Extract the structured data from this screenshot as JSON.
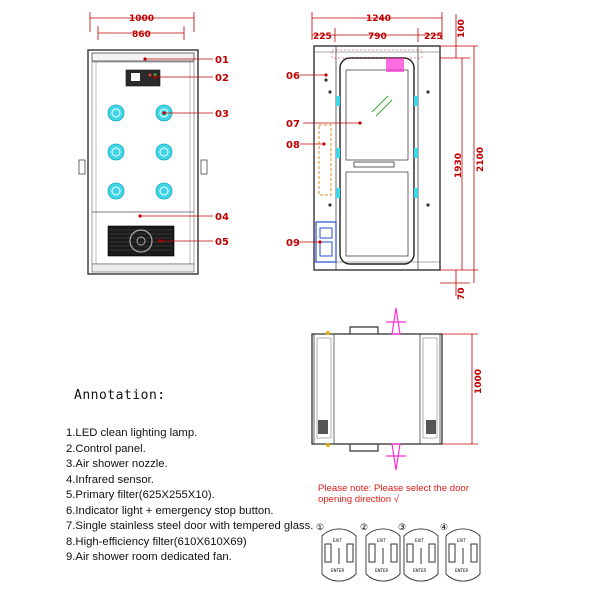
{
  "front_view": {
    "dim_total_width": "1000",
    "dim_inner_width": "860",
    "callouts": [
      "01",
      "02",
      "03",
      "04",
      "05"
    ]
  },
  "side_view": {
    "dim_total_width": "1240",
    "dim_left": "225",
    "dim_middle": "790",
    "dim_right": "225",
    "dim_top": "100",
    "dim_door_height": "1930",
    "dim_total_height": "2100",
    "dim_bottom": "70",
    "callouts": [
      "06",
      "07",
      "08",
      "09"
    ]
  },
  "top_view": {
    "dim_depth": "1000"
  },
  "annotation": {
    "title": "Annotation:",
    "items": [
      "1.LED clean lighting lamp.",
      "2.Control panel.",
      "3.Air shower nozzle.",
      "4.Infrared sensor.",
      "5.Primary filter(625X255X10).",
      "6.Indicator light + emergency stop button.",
      "7.Single stainless steel door with tempered glass.",
      "8.High-efficiency filter(610X610X69)",
      "9.Air shower room dedicated fan."
    ]
  },
  "note": {
    "text": "Please note: Please select the door opening direction √"
  },
  "door_options": {
    "markers": [
      "①",
      "②",
      "③",
      "④"
    ],
    "exit_label": "EXIT",
    "enter_label": "ENTER"
  },
  "colors": {
    "dimension": "#c00000",
    "nozzle": "#3fd6e8",
    "door_swing": "#ff2fd6",
    "note": "#e0201a"
  }
}
